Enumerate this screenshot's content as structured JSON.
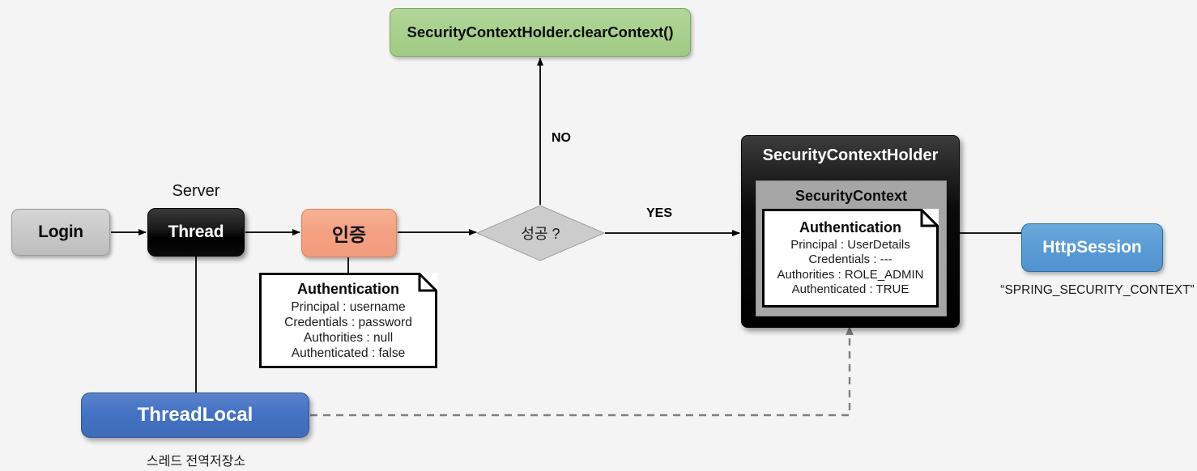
{
  "diagram": {
    "title": "Spring Security Authentication Flow",
    "background_color": "#f4f4f4",
    "nodes": {
      "login": {
        "label": "Login",
        "fill": "#c9c9c9"
      },
      "server_label": {
        "label": "Server"
      },
      "thread": {
        "label": "Thread",
        "fill": "#000000"
      },
      "authentication_step": {
        "label": "인증",
        "fill": "#f4a183"
      },
      "decision": {
        "label": "성공 ?",
        "fill": "#cccccc"
      },
      "clear_context": {
        "label": "SecurityContextHolder.clearContext()",
        "fill": "#a9d08e"
      },
      "security_context_holder": {
        "label": "SecurityContextHolder",
        "fill": "#000000"
      },
      "security_context": {
        "label": "SecurityContext",
        "fill": "#a6a6a6"
      },
      "http_session": {
        "label": "HttpSession",
        "fill": "#5b9bd5"
      },
      "http_session_caption": {
        "label": "“SPRING_SECURITY_CONTEXT”"
      },
      "thread_local": {
        "label": "ThreadLocal",
        "fill": "#4472c4"
      },
      "thread_local_caption": {
        "label": "스레드 전역저장소"
      }
    },
    "notes": {
      "auth_request": {
        "title": "Authentication",
        "lines": [
          "Principal : username",
          "Credentials : password",
          "Authorities : null",
          "Authenticated : false"
        ]
      },
      "auth_result": {
        "title": "Authentication",
        "lines": [
          "Principal : UserDetails",
          "Credentials : ---",
          "Authorities : ROLE_ADMIN",
          "Authenticated : TRUE"
        ]
      }
    },
    "edges": {
      "no_label": "NO",
      "yes_label": "YES"
    }
  }
}
